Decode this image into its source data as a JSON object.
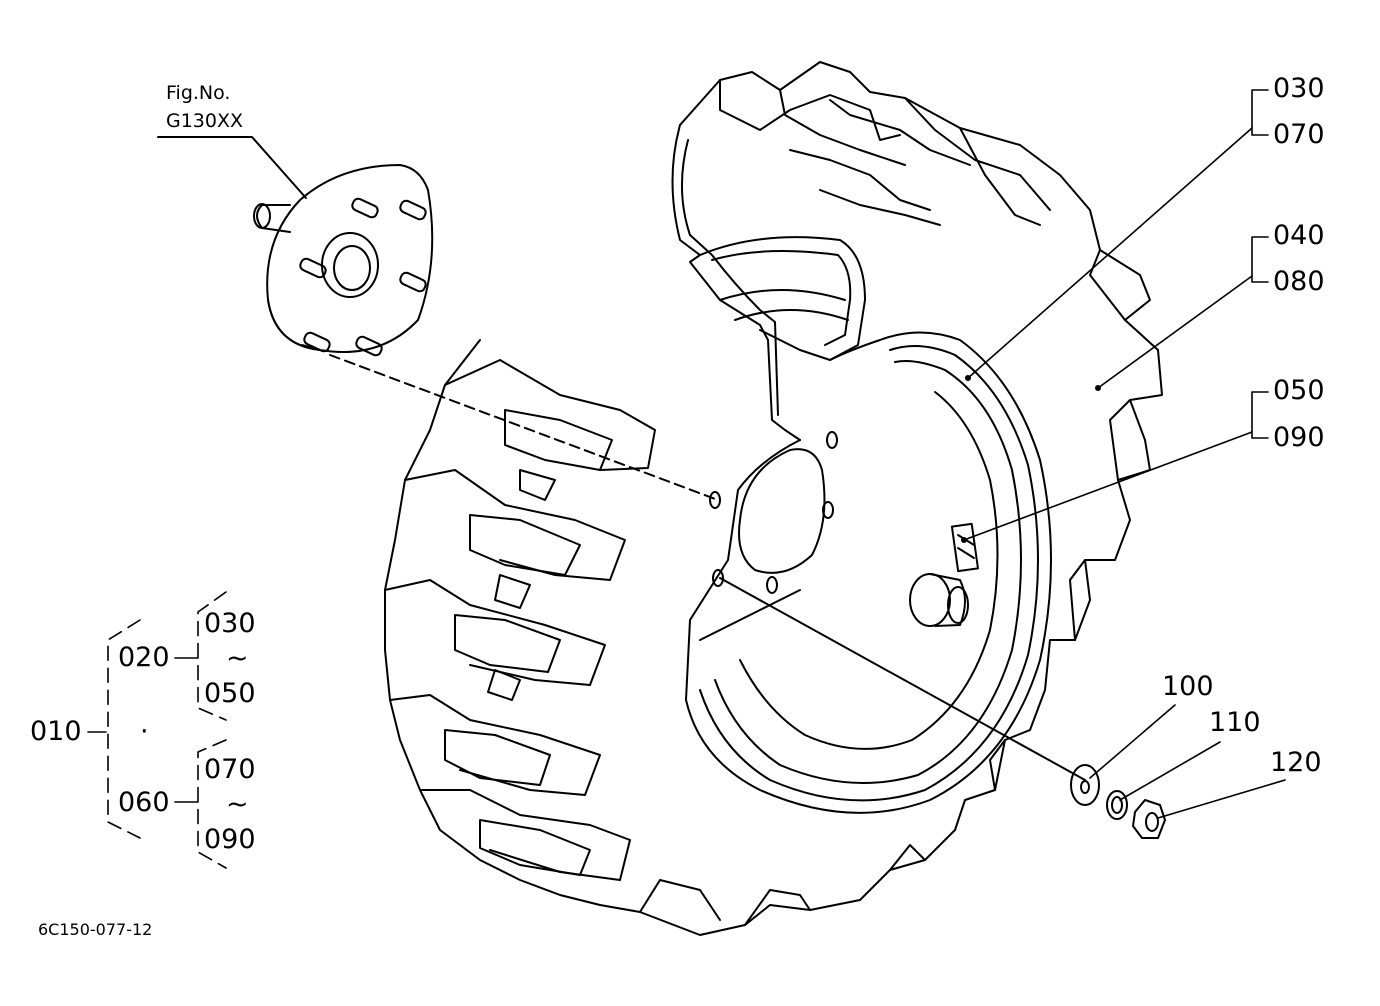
{
  "fig_ref": {
    "line1": "Fig.No.",
    "line2": "G130XX"
  },
  "callouts": {
    "c030": "030",
    "c070": "070",
    "c040": "040",
    "c080": "080",
    "c050": "050",
    "c090": "090",
    "c100": "100",
    "c110": "110",
    "c120": "120"
  },
  "tree": {
    "root": "010",
    "dot": "·",
    "groupA": {
      "parent": "020",
      "from": "030",
      "tilde": "~",
      "to": "050"
    },
    "groupB": {
      "parent": "060",
      "from": "070",
      "tilde": "~",
      "to": "090"
    }
  },
  "drawing_code": "6C150-077-12",
  "colors": {
    "ink": "#000000",
    "paper": "#ffffff"
  }
}
